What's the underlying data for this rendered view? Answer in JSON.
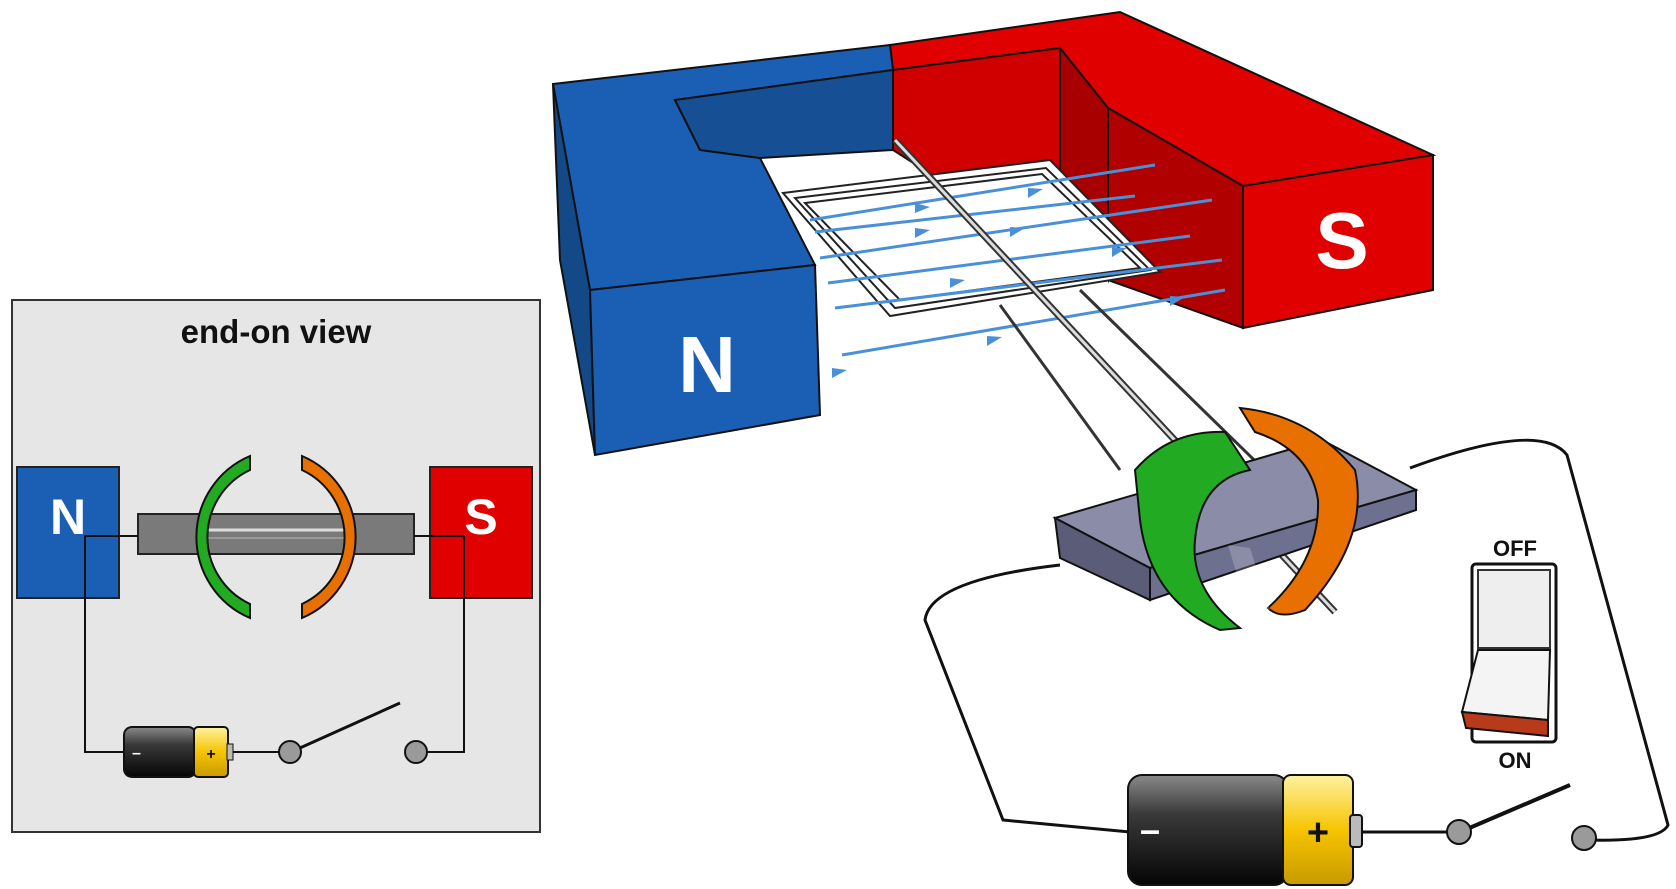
{
  "inset": {
    "title": "end-on view",
    "north_label": "N",
    "south_label": "S",
    "battery_minus": "–",
    "battery_plus": "+"
  },
  "main": {
    "north_label": "N",
    "south_label": "S",
    "battery_minus": "–",
    "battery_plus": "+",
    "switch_off_label": "OFF",
    "switch_on_label": "ON"
  },
  "colors": {
    "north_pole": "#1a5fb4",
    "south_pole": "#e00000",
    "commutator_left": "#22aa22",
    "commutator_right": "#e87000",
    "field_lines": "#4a90d9",
    "battery_terminal": "#f6c400"
  }
}
